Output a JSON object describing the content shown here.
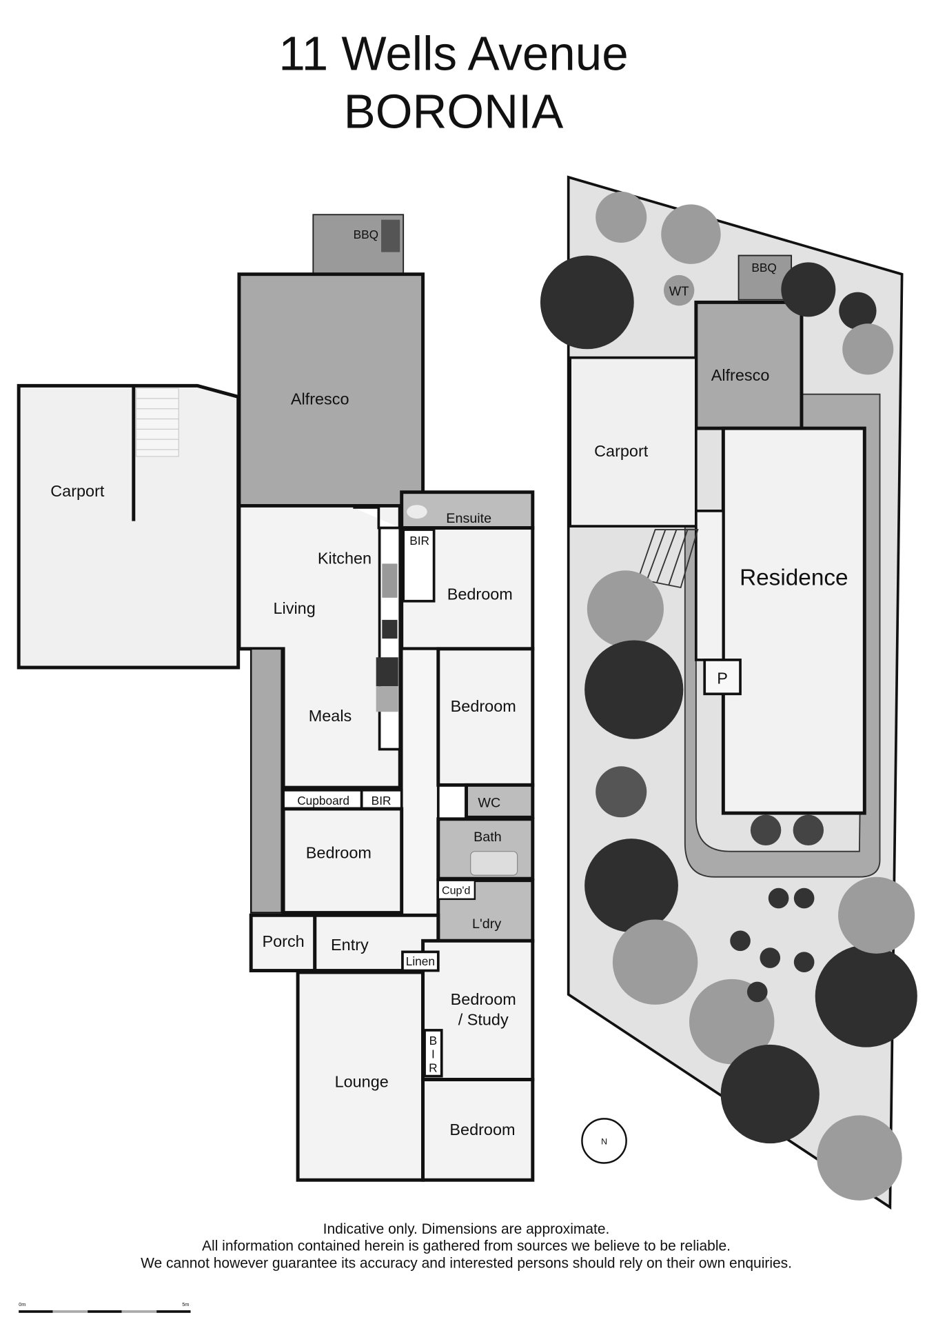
{
  "title": {
    "line1": "11 Wells Avenue",
    "line2": "BORONIA"
  },
  "floor_plan": {
    "rooms": {
      "bbq": "BBQ",
      "alfresco": "Alfresco",
      "carport": "Carport",
      "kitchen": "Kitchen",
      "living": "Living",
      "meals": "Meals",
      "ensuite": "Ensuite",
      "bir1": "BIR",
      "bedroom1": "Bedroom",
      "bedroom2": "Bedroom",
      "wc": "WC",
      "bath": "Bath",
      "cupd": "Cup'd",
      "laundry": "L'dry",
      "cupboard": "Cupboard",
      "bir2": "BIR",
      "bedroom3": "Bedroom",
      "porch": "Porch",
      "entry": "Entry",
      "linen": "Linen",
      "lounge": "Lounge",
      "bedroom_study_1": "Bedroom",
      "bedroom_study_2": "/ Study",
      "bir3": [
        "B",
        "I",
        "R"
      ],
      "bedroom4": "Bedroom"
    }
  },
  "site_plan": {
    "labels": {
      "wt": "WT",
      "bbq": "BBQ",
      "alfresco": "Alfresco",
      "carport": "Carport",
      "residence": "Residence",
      "parking": "P"
    },
    "compass": {
      "north_label": "N"
    }
  },
  "disclaimer": [
    "Indicative only. Dimensions are approximate.",
    "All information contained herein is gathered from sources we believe to be reliable.",
    "We cannot however guarantee its accuracy and interested persons should rely on their own enquiries."
  ],
  "scale_bar": {
    "start_label": "0m",
    "end_label": "5m"
  }
}
